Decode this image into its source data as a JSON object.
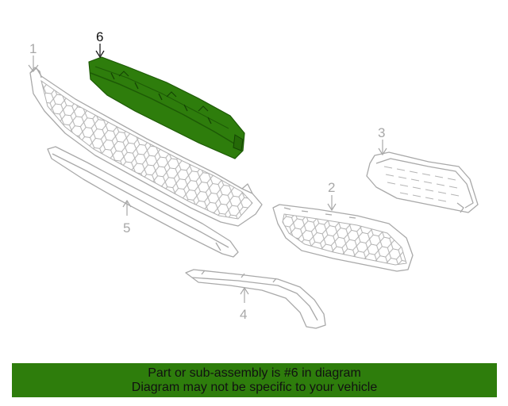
{
  "diagram": {
    "callouts": [
      {
        "id": "1",
        "label": "1",
        "highlighted": false
      },
      {
        "id": "2",
        "label": "2",
        "highlighted": false
      },
      {
        "id": "3",
        "label": "3",
        "highlighted": false
      },
      {
        "id": "4",
        "label": "4",
        "highlighted": false
      },
      {
        "id": "5",
        "label": "5",
        "highlighted": false
      },
      {
        "id": "6",
        "label": "6",
        "highlighted": true
      }
    ],
    "colors": {
      "highlight_part": "#2e7d0c",
      "highlight_part_dark": "#1d5a06",
      "outline": "#a9a9a9",
      "banner_bg": "#2e7d0c"
    }
  },
  "banner": {
    "line1": "Part or sub-assembly is #6 in diagram",
    "line2": "Diagram may not be specific to your vehicle"
  }
}
